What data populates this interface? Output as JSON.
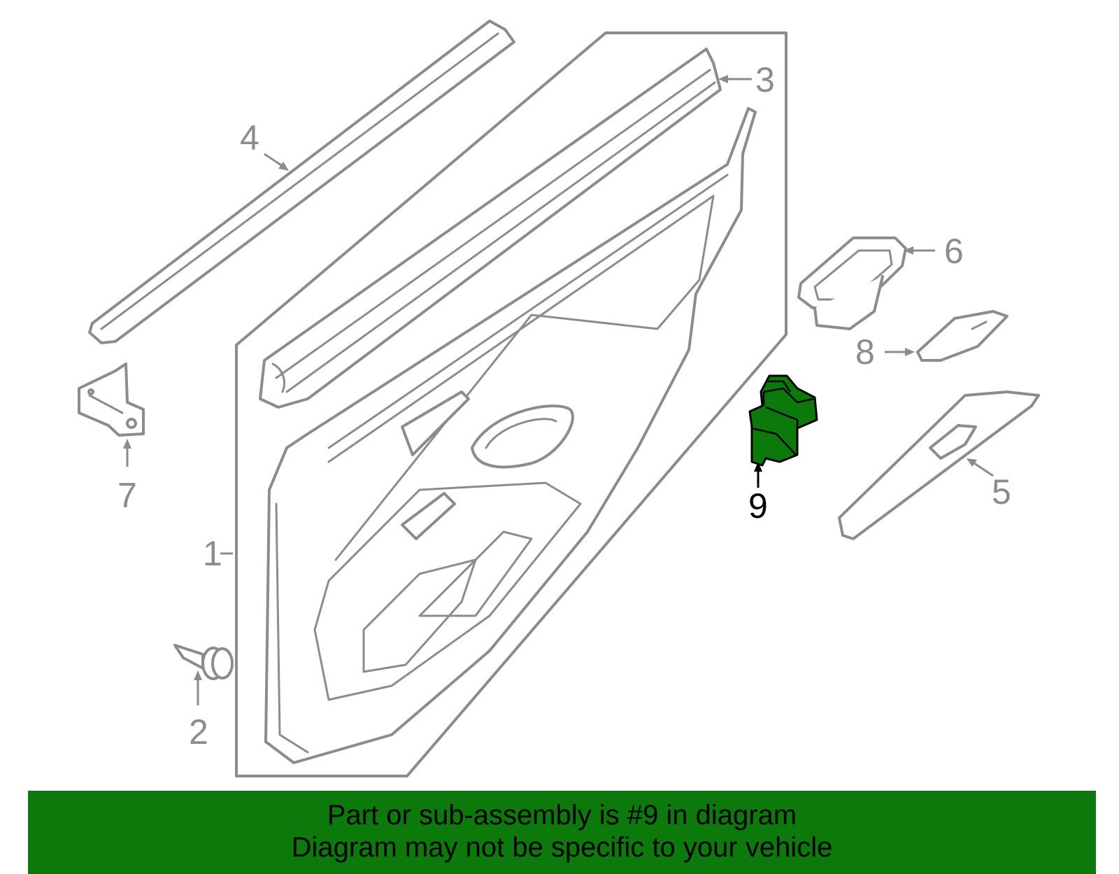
{
  "diagram": {
    "callouts": [
      {
        "id": "1",
        "label": "1"
      },
      {
        "id": "2",
        "label": "2"
      },
      {
        "id": "3",
        "label": "3"
      },
      {
        "id": "4",
        "label": "4"
      },
      {
        "id": "5",
        "label": "5"
      },
      {
        "id": "6",
        "label": "6"
      },
      {
        "id": "7",
        "label": "7"
      },
      {
        "id": "8",
        "label": "8"
      },
      {
        "id": "9",
        "label": "9",
        "highlighted": true
      }
    ],
    "highlight_color": "#0b7a0b",
    "line_color": "#8c8c8c"
  },
  "banner": {
    "line1": "Part or sub-assembly is #9 in diagram",
    "line2": "Diagram may not be specific to your vehicle",
    "background": "#0b7a0b"
  }
}
